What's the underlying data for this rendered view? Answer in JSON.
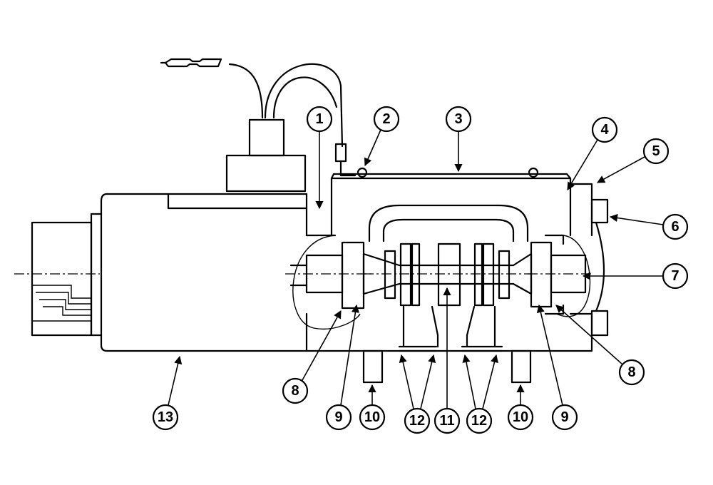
{
  "callouts": {
    "c1": "1",
    "c2": "2",
    "c3": "3",
    "c4": "4",
    "c5": "5",
    "c6": "6",
    "c7": "7",
    "c8a": "8",
    "c8b": "8",
    "c9a": "9",
    "c9b": "9",
    "c10a": "10",
    "c10b": "10",
    "c11": "11",
    "c12a": "12",
    "c12b": "12",
    "c13": "13"
  }
}
